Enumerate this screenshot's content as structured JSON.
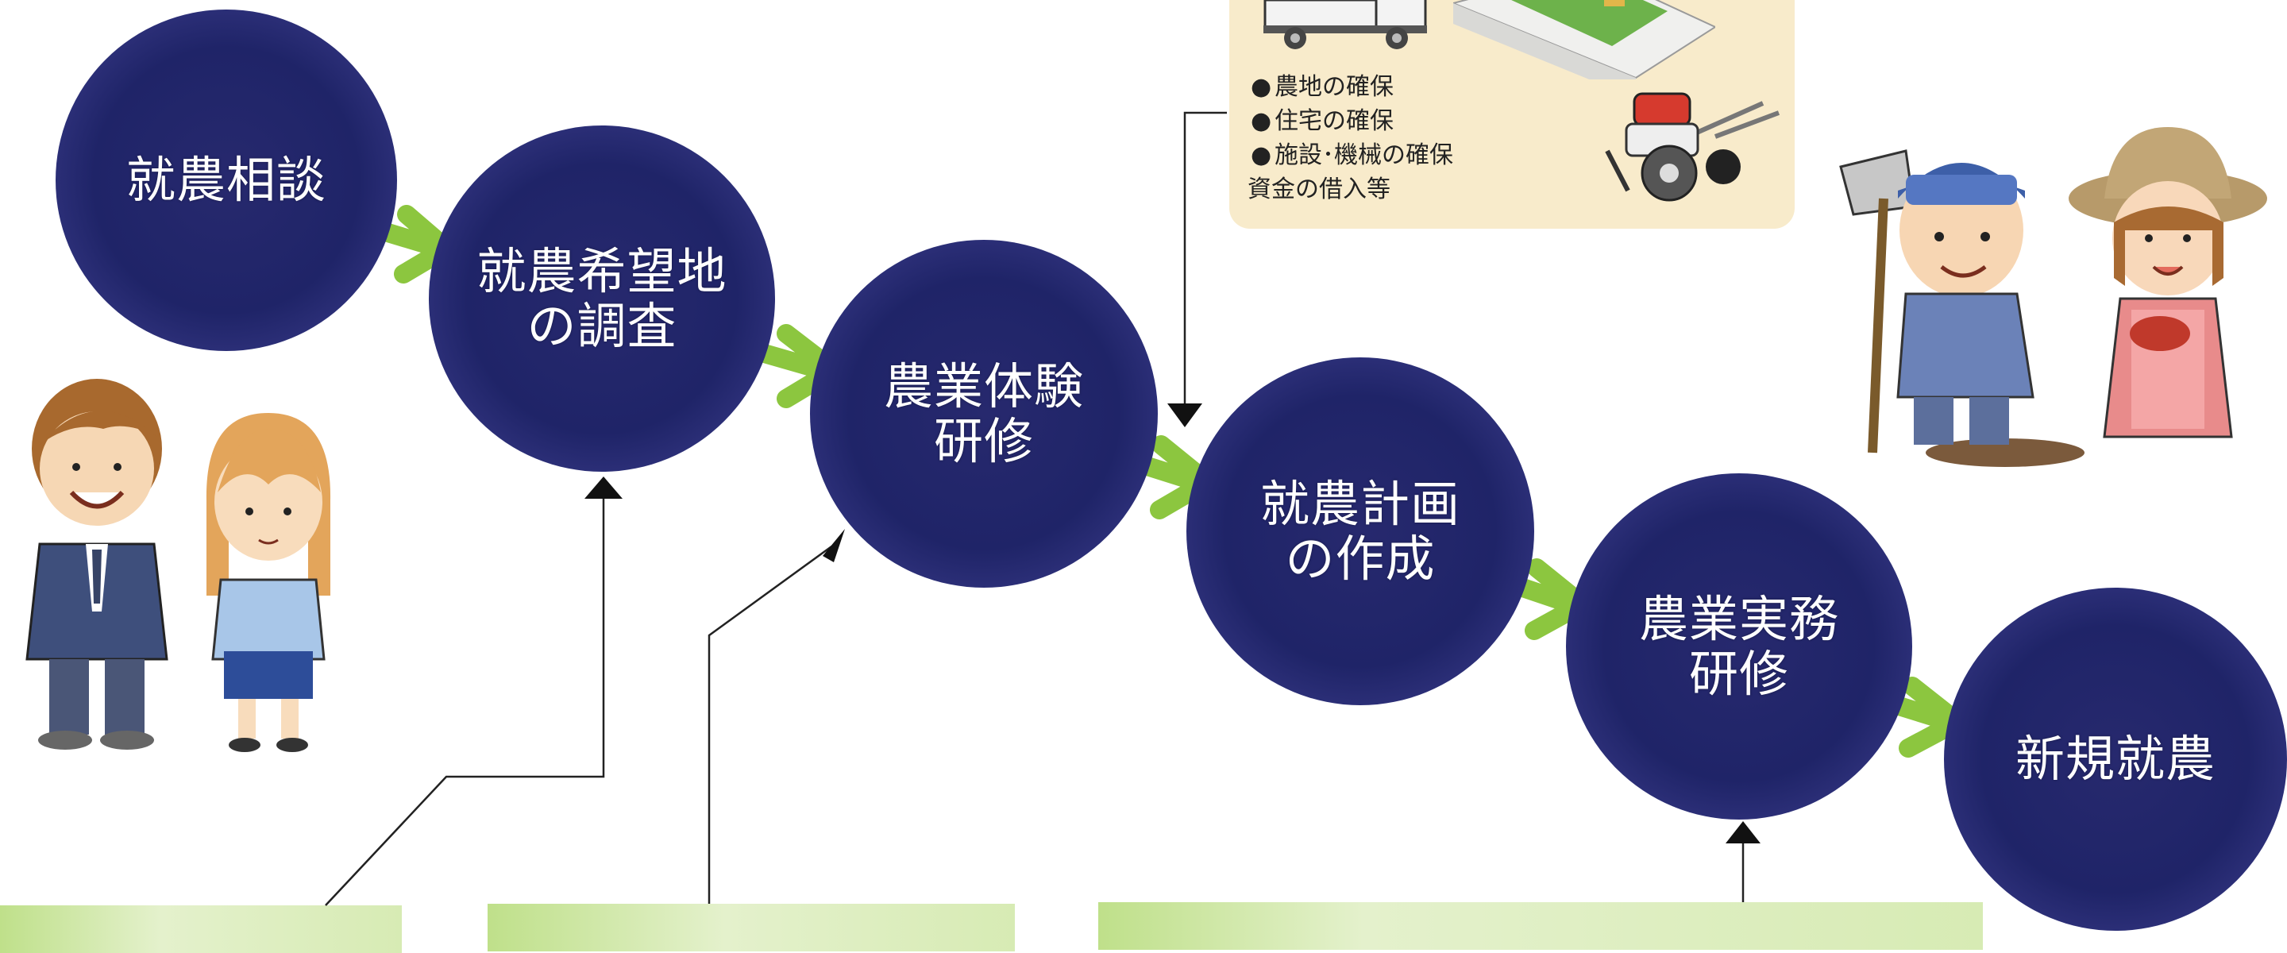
{
  "steps": [
    {
      "id": "consult",
      "label": "就農相談"
    },
    {
      "id": "survey",
      "label": "就農希望地\nの調査"
    },
    {
      "id": "experience",
      "label": "農業体験\n研修"
    },
    {
      "id": "plan",
      "label": "就農計画\nの作成"
    },
    {
      "id": "practice",
      "label": "農業実務\n研修"
    },
    {
      "id": "new-farming",
      "label": "新規就農"
    }
  ],
  "requirements_panel": {
    "items": [
      "農地の確保",
      "住宅の確保",
      "施設･機械の確保"
    ],
    "bullet": "●",
    "footer": "資金の借入等"
  },
  "colors": {
    "circle": "#1f2468",
    "arrow": "#8cc63f",
    "panel": "#f8ebcb",
    "bottom_bar": "#cfe6a6"
  },
  "icons": [
    "truck-icon",
    "farmland-icon",
    "tiller-icon",
    "businessman-icon",
    "office-worker-icon",
    "farmer-with-hoe-icon",
    "farmer-woman-icon"
  ]
}
